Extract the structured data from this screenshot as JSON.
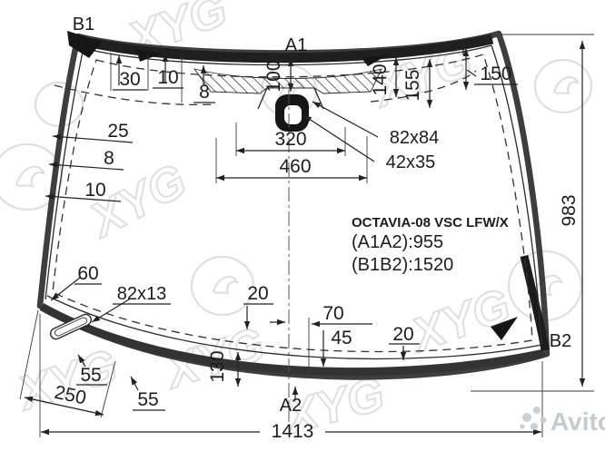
{
  "part": {
    "model": "OCTAVIA-08 VSC LFW/X",
    "distance_a": "(A1A2):955",
    "distance_b": "(B1B2):1520"
  },
  "corners": {
    "top_left": "B1",
    "top_center": "A1",
    "right": "B2",
    "bottom_center": "A2"
  },
  "dims": {
    "top_offset_30": "30",
    "top_offset_10": "10",
    "top_band_8": "8",
    "sensor_drop_100": "100",
    "band_depth_140": "140",
    "band_depth_155": "155",
    "corner_band_150": "150",
    "left_25": "25",
    "left_8": "8",
    "left_10": "10",
    "bracket_width_320": "320",
    "bracket_width_460": "460",
    "mount_size_82x84": "82x84",
    "hole_size_42x35": "42x35",
    "height_983": "983",
    "corner_60": "60",
    "vin_window_82x13": "82x13",
    "bottom_20_left": "20",
    "bottom_70": "70",
    "bottom_45": "45",
    "bottom_20_right": "20",
    "bottom_band_130": "130",
    "edge_55_a": "55",
    "edge_250": "250",
    "edge_55_b": "55",
    "width_1413": "1413"
  },
  "watermarks": {
    "glass_brand": "XYG",
    "marketplace": "Avito"
  },
  "colors": {
    "line": "#222222",
    "outline_band": "#3e3e3e",
    "ink_black": "#161616",
    "watermark_gray": "#dedede",
    "marketplace_gray": "#c7cbce",
    "background": "#ffffff"
  }
}
